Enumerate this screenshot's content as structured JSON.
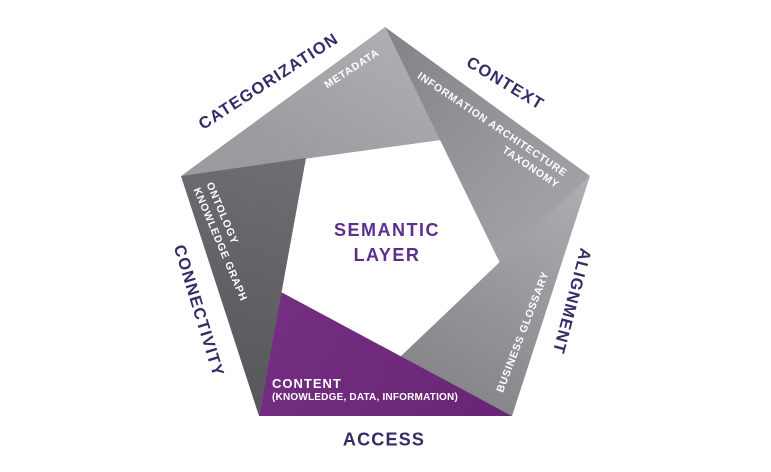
{
  "diagram": {
    "center": {
      "line1": "SEMANTIC",
      "line2": "LAYER"
    },
    "edge_labels": {
      "categorization": "CATEGORIZATION",
      "context": "CONTEXT",
      "alignment": "ALIGNMENT",
      "access": "ACCESS",
      "connectivity": "CONNECTIVITY"
    },
    "segments": {
      "metadata": "METADATA",
      "information_architecture": "INFORMATION ARCHITECTURE",
      "taxonomy": "TAXONOMY",
      "business_glossary": "BUSINESS GLOSSARY",
      "content_title": "CONTENT",
      "content_subtitle": "(KNOWLEDGE, DATA, INFORMATION)",
      "ontology": "ONTOLOGY",
      "knowledge_graph": "KNOWLEDGE GRAPH"
    }
  },
  "colors": {
    "background": "#ffffff",
    "outer_label_text": "#372a67",
    "center_text": "#5d2e8e",
    "segment_text": "#ffffff",
    "metadata_light": "#afafb2",
    "metadata_dark": "#9b9b9f",
    "info_arch_dark": "#84848a",
    "info_arch_light": "#a1a1a5",
    "glossary_light": "#aeaeb1",
    "glossary_dark": "#87878b",
    "content_light": "#742e82",
    "content_dark": "#682575",
    "ontology_light": "#6e6e72",
    "ontology_dark": "#56565a"
  }
}
